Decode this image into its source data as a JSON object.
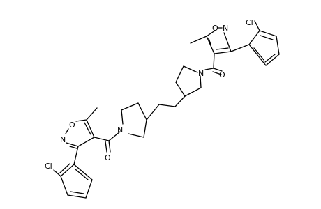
{
  "molecule": {
    "labels": {
      "o_ring_top": "O",
      "n_ring_top": "N",
      "cl_top": "Cl",
      "n_amide_top": "N",
      "o_carbonyl_top": "O",
      "o_ring_bottom": "O",
      "n_ring_bottom": "N",
      "cl_bottom": "Cl",
      "n_amide_bottom": "N",
      "o_carbonyl_bottom": "O"
    },
    "colors": {
      "bond": "#000000",
      "text": "#000000",
      "background": "#ffffff"
    }
  }
}
